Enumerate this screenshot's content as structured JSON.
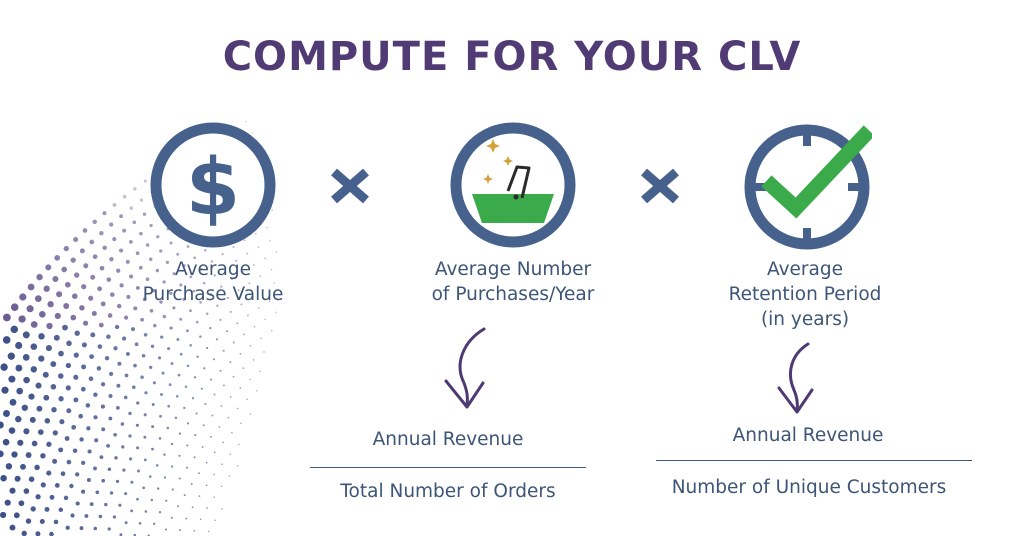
{
  "title": "COMPUTE FOR YOUR CLV",
  "icons": [
    "dollar-icon",
    "basket-icon",
    "clock-check-icon"
  ],
  "operators": [
    "x",
    "x"
  ],
  "factors": [
    {
      "line1": "Average",
      "line2": "Purchase Value"
    },
    {
      "line1": "Average Number",
      "line2": "of Purchases/Year"
    },
    {
      "line1": "Average",
      "line2": "Retention Period",
      "line3": "(in years)"
    }
  ],
  "formulas": [
    {
      "numerator": "Annual Revenue",
      "denominator": "Total Number of Orders"
    },
    {
      "numerator": "Annual Revenue",
      "denominator": "Number of Unique Customers"
    }
  ],
  "colors": {
    "title": "#503b74",
    "icon_blue": "#46628c",
    "text": "#3d5577",
    "green": "#3aaa4a",
    "arrow": "#4e3a73",
    "sparkle": "#d1a23a"
  }
}
